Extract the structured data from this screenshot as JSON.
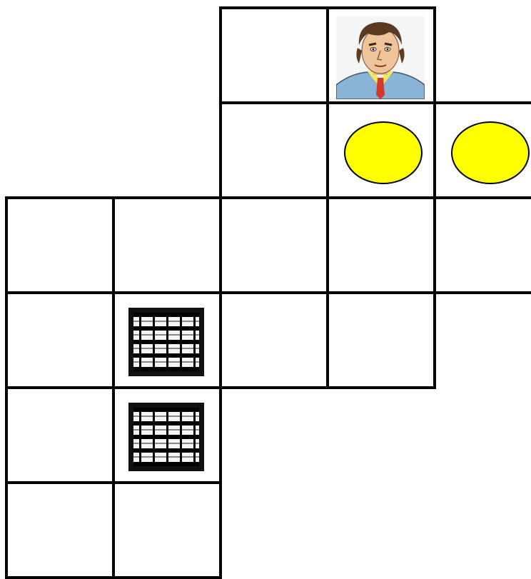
{
  "colors": {
    "empty": "#ffffff",
    "wall_line": "#000000",
    "goal": "#ffff00",
    "box": "#111111"
  },
  "board": {
    "rows": 6,
    "cols": 5,
    "cells": [
      {
        "row": 0,
        "col": 2,
        "content": "empty"
      },
      {
        "row": 0,
        "col": 3,
        "content": "player"
      },
      {
        "row": 1,
        "col": 2,
        "content": "empty"
      },
      {
        "row": 1,
        "col": 3,
        "content": "goal"
      },
      {
        "row": 1,
        "col": 4,
        "content": "goal"
      },
      {
        "row": 2,
        "col": 0,
        "content": "empty"
      },
      {
        "row": 2,
        "col": 1,
        "content": "empty"
      },
      {
        "row": 2,
        "col": 2,
        "content": "empty"
      },
      {
        "row": 2,
        "col": 3,
        "content": "empty"
      },
      {
        "row": 2,
        "col": 4,
        "content": "empty"
      },
      {
        "row": 3,
        "col": 0,
        "content": "empty"
      },
      {
        "row": 3,
        "col": 1,
        "content": "box"
      },
      {
        "row": 3,
        "col": 2,
        "content": "empty"
      },
      {
        "row": 3,
        "col": 3,
        "content": "empty"
      },
      {
        "row": 4,
        "col": 0,
        "content": "empty"
      },
      {
        "row": 4,
        "col": 1,
        "content": "box"
      },
      {
        "row": 5,
        "col": 0,
        "content": "empty"
      },
      {
        "row": 5,
        "col": 1,
        "content": "empty"
      }
    ]
  }
}
